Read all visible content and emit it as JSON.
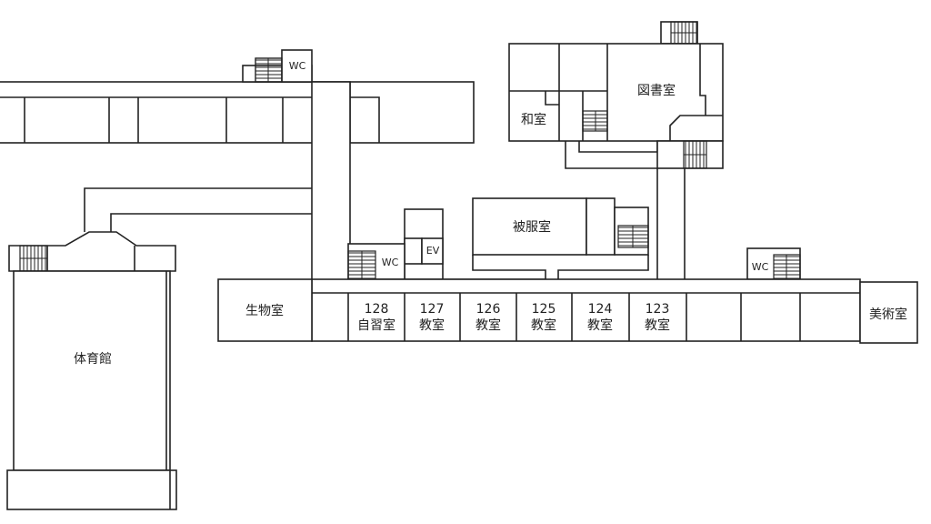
{
  "title": "Floor plan",
  "rooms": {
    "gym": "体育館",
    "biology": "生物室",
    "wc_top": "WC",
    "wc_mid": "WC",
    "wc_right": "WC",
    "ev": "EV",
    "sewing": "被服室",
    "library": "図書室",
    "japanese": "和室",
    "art": "美術室",
    "classrooms": [
      {
        "number": "128",
        "name": "自習室"
      },
      {
        "number": "127",
        "name": "教室"
      },
      {
        "number": "126",
        "name": "教室"
      },
      {
        "number": "125",
        "name": "教室"
      },
      {
        "number": "124",
        "name": "教室"
      },
      {
        "number": "123",
        "name": "教室"
      }
    ]
  }
}
